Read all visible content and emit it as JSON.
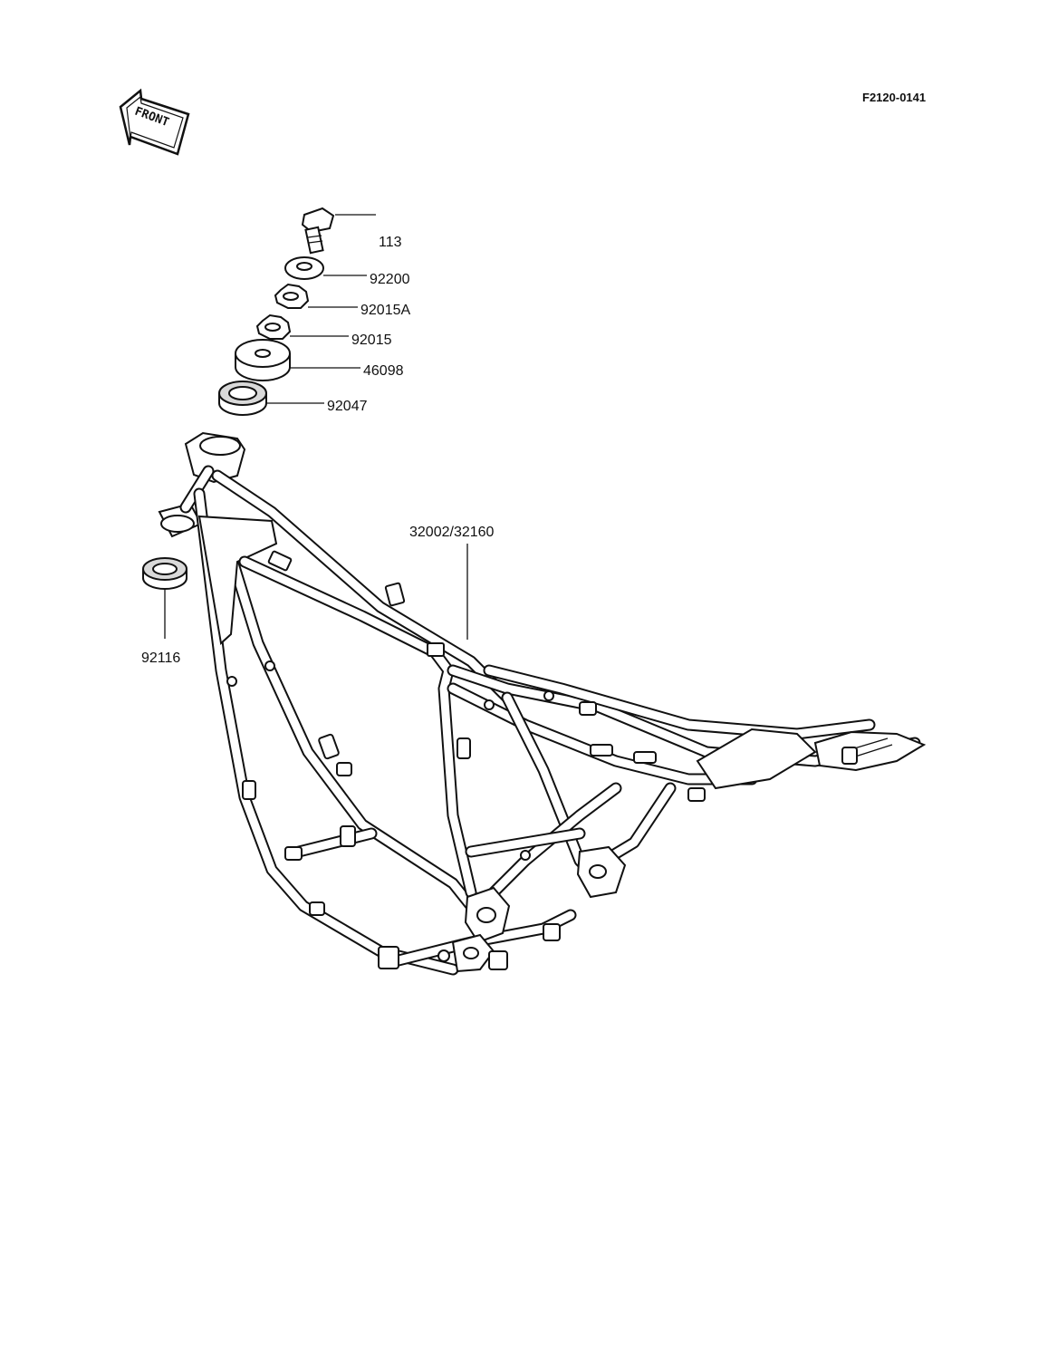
{
  "diagram_code": "F2120-0141",
  "front_arrow_label": "FRONT",
  "parts": [
    {
      "number": "113",
      "name": "bolt-icon"
    },
    {
      "number": "92200",
      "name": "washer-icon"
    },
    {
      "number": "92015A",
      "name": "lock-nut-icon"
    },
    {
      "number": "92015",
      "name": "nut-icon"
    },
    {
      "number": "46098",
      "name": "cone-race-cap-icon"
    },
    {
      "number": "92047",
      "name": "ball-bearing-icon"
    },
    {
      "number": "32002/32160",
      "name": "frame-icon"
    },
    {
      "number": "92116",
      "name": "lower-bearing-seal-icon"
    }
  ]
}
